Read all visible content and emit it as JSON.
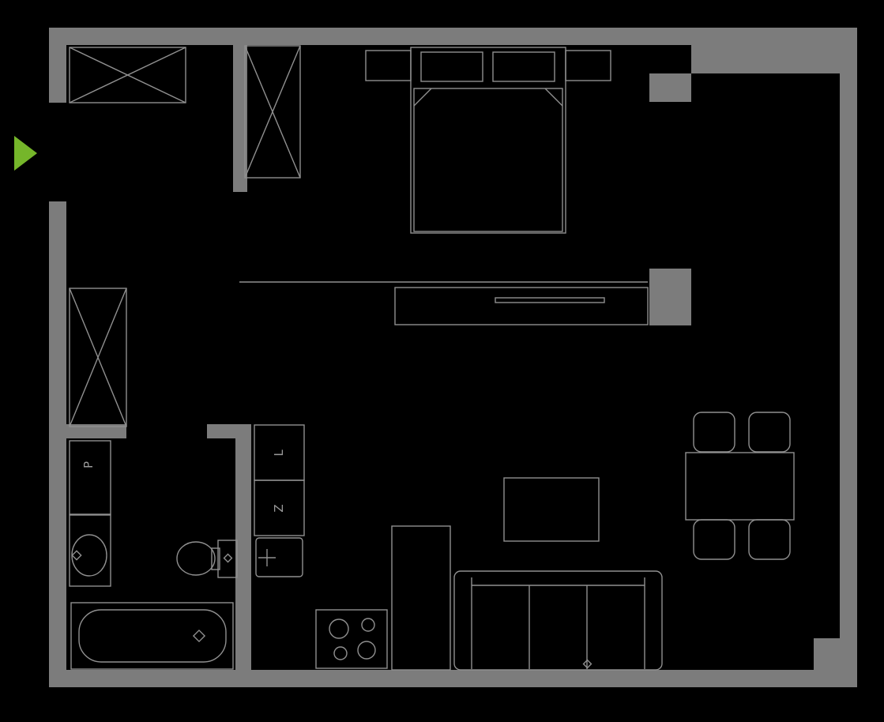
{
  "plan": {
    "colors": {
      "background": "#000000",
      "wall": "#7c7c7c",
      "line": "#909090",
      "accent": "#75b62a",
      "label": "#9a9a9a"
    },
    "labels": {
      "washing_machine": "P",
      "fridge": "L",
      "dishwasher": "Z"
    }
  }
}
